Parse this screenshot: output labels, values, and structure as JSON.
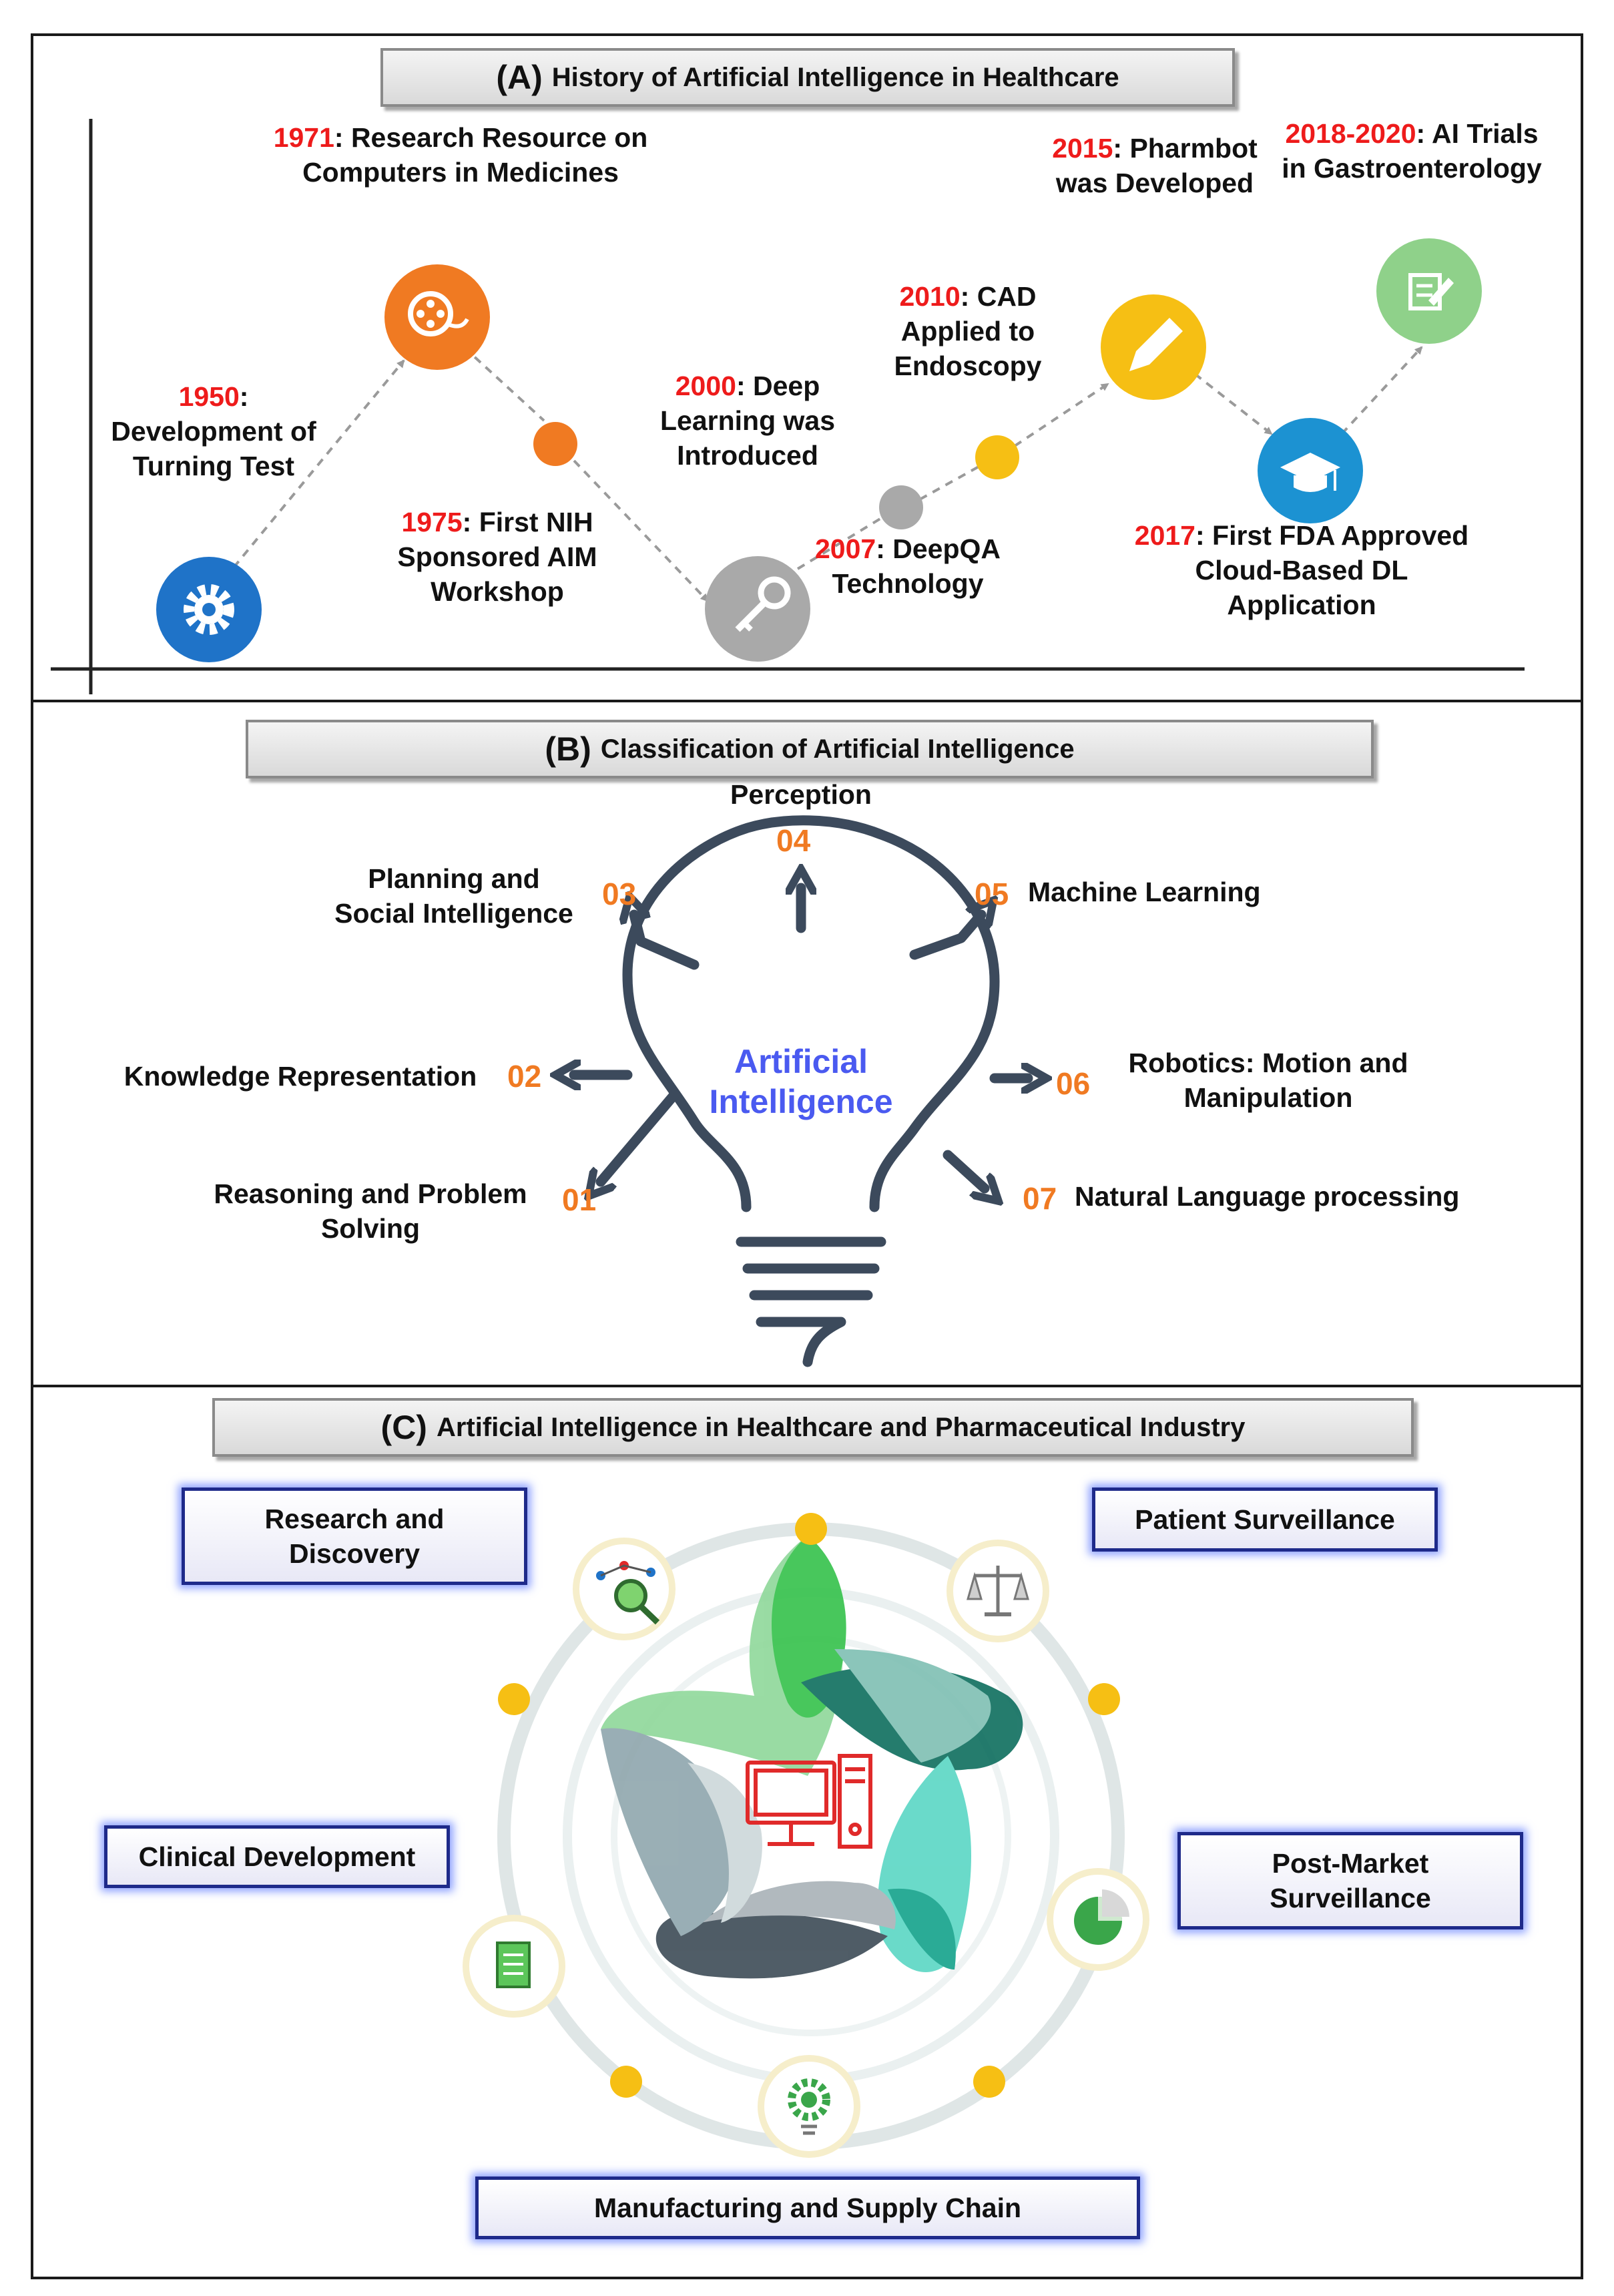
{
  "panel_a": {
    "letter": "(A)",
    "title": "History of Artificial Intelligence in Healthcare",
    "events": [
      {
        "year": "1950",
        "text1": ":",
        "text2": "Development of",
        "text3": "Turning Test"
      },
      {
        "year": "1971",
        "text1": ": Research Resource on",
        "text2": "Computers in Medicines"
      },
      {
        "year": "1975",
        "text1": ": First NIH",
        "text2": "Sponsored AIM",
        "text3": "Workshop"
      },
      {
        "year": "2000",
        "text1": ": Deep",
        "text2": "Learning was",
        "text3": "Introduced"
      },
      {
        "year": "2007",
        "text1": ": DeepQA",
        "text2": "Technology"
      },
      {
        "year": "2010",
        "text1": ": CAD",
        "text2": "Applied to",
        "text3": "Endoscopy"
      },
      {
        "year": "2015",
        "text1": ": Pharmbot",
        "text2": "was Developed"
      },
      {
        "year": "2017",
        "text1": ": First FDA Approved",
        "text2": "Cloud-Based DL",
        "text3": "Application"
      },
      {
        "year": "2018-2020",
        "text1": ": AI Trials",
        "text2": "in Gastroenterology"
      }
    ],
    "icons": [
      "gear-icon",
      "film-reel-icon",
      "key-icon",
      "pencil-icon",
      "graduation-cap-icon",
      "edit-document-icon"
    ],
    "colors": {
      "blue": "#1f73c8",
      "orange": "#f07a22",
      "gray": "#a9a9a9",
      "yellow": "#f6bf14",
      "sky": "#1c92d2",
      "green": "#8fd18a",
      "year_red": "#ee1b1b"
    }
  },
  "panel_b": {
    "letter": "(B)",
    "title": "Classification of Artificial Intelligence",
    "center": {
      "line1": "Artificial",
      "line2": "Intelligence"
    },
    "items": [
      {
        "num": "01",
        "line1": "Reasoning and Problem",
        "line2": "Solving"
      },
      {
        "num": "02",
        "line1": "Knowledge Representation"
      },
      {
        "num": "03",
        "line1": "Planning and",
        "line2": "Social Intelligence"
      },
      {
        "num": "04",
        "line1": "Perception"
      },
      {
        "num": "05",
        "line1": "Machine Learning"
      },
      {
        "num": "06",
        "line1": "Robotics: Motion and",
        "line2": "Manipulation"
      },
      {
        "num": "07",
        "line1": "Natural Language processing"
      }
    ],
    "colors": {
      "bulb": "#3c4a5c",
      "center_text": "#4a5af0",
      "number": "#f07a22"
    }
  },
  "panel_c": {
    "letter": "(C)",
    "title": "Artificial Intelligence in Healthcare and Pharmaceutical Industry",
    "boxes": {
      "research": {
        "line1": "Research and",
        "line2": "Discovery"
      },
      "patient": {
        "line1": "Patient Surveillance"
      },
      "clinical": {
        "line1": "Clinical Development"
      },
      "postmarket": {
        "line1": "Post-Market",
        "line2": "Surveillance"
      },
      "manufacturing": {
        "line1": "Manufacturing and Supply Chain"
      }
    },
    "icons": [
      "magnifier-network-icon",
      "balance-scale-icon",
      "document-icon",
      "pie-chart-icon",
      "gear-bulb-icon",
      "computer-icon"
    ],
    "colors": {
      "box_border": "#1e2a8a",
      "dot": "#f6bf14",
      "ring": "#dfe6e6",
      "monitor": "#e02a2a"
    }
  }
}
